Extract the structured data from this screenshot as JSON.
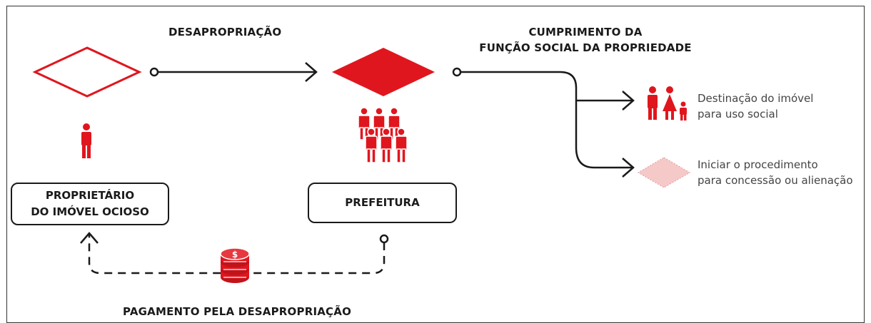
{
  "labels": {
    "desapropriacao": "DESAPROPRIAÇÃO",
    "cumprimento_line1": "CUMPRIMENTO DA",
    "cumprimento_line2": "FUNÇÃO SOCIAL DA PROPRIEDADE",
    "pagamento": "PAGAMENTO PELA DESAPROPRIAÇÃO"
  },
  "boxes": {
    "proprietario_line1": "PROPRIETÁRIO",
    "proprietario_line2": "DO IMÓVEL OCIOSO",
    "prefeitura": "PREFEITURA"
  },
  "outcomes": {
    "social_line1": "Destinação do imóvel",
    "social_line2": "para uso social",
    "concessao_line1": "Iniciar o procedimento",
    "concessao_line2": "para concessão ou alienação"
  },
  "colors": {
    "accent": "#e0161e",
    "accent_light": "#f6c9c9",
    "ink": "#1a1a1a"
  },
  "icons": [
    "person-icon",
    "people-group-icon",
    "family-icon",
    "money-coins-icon"
  ]
}
